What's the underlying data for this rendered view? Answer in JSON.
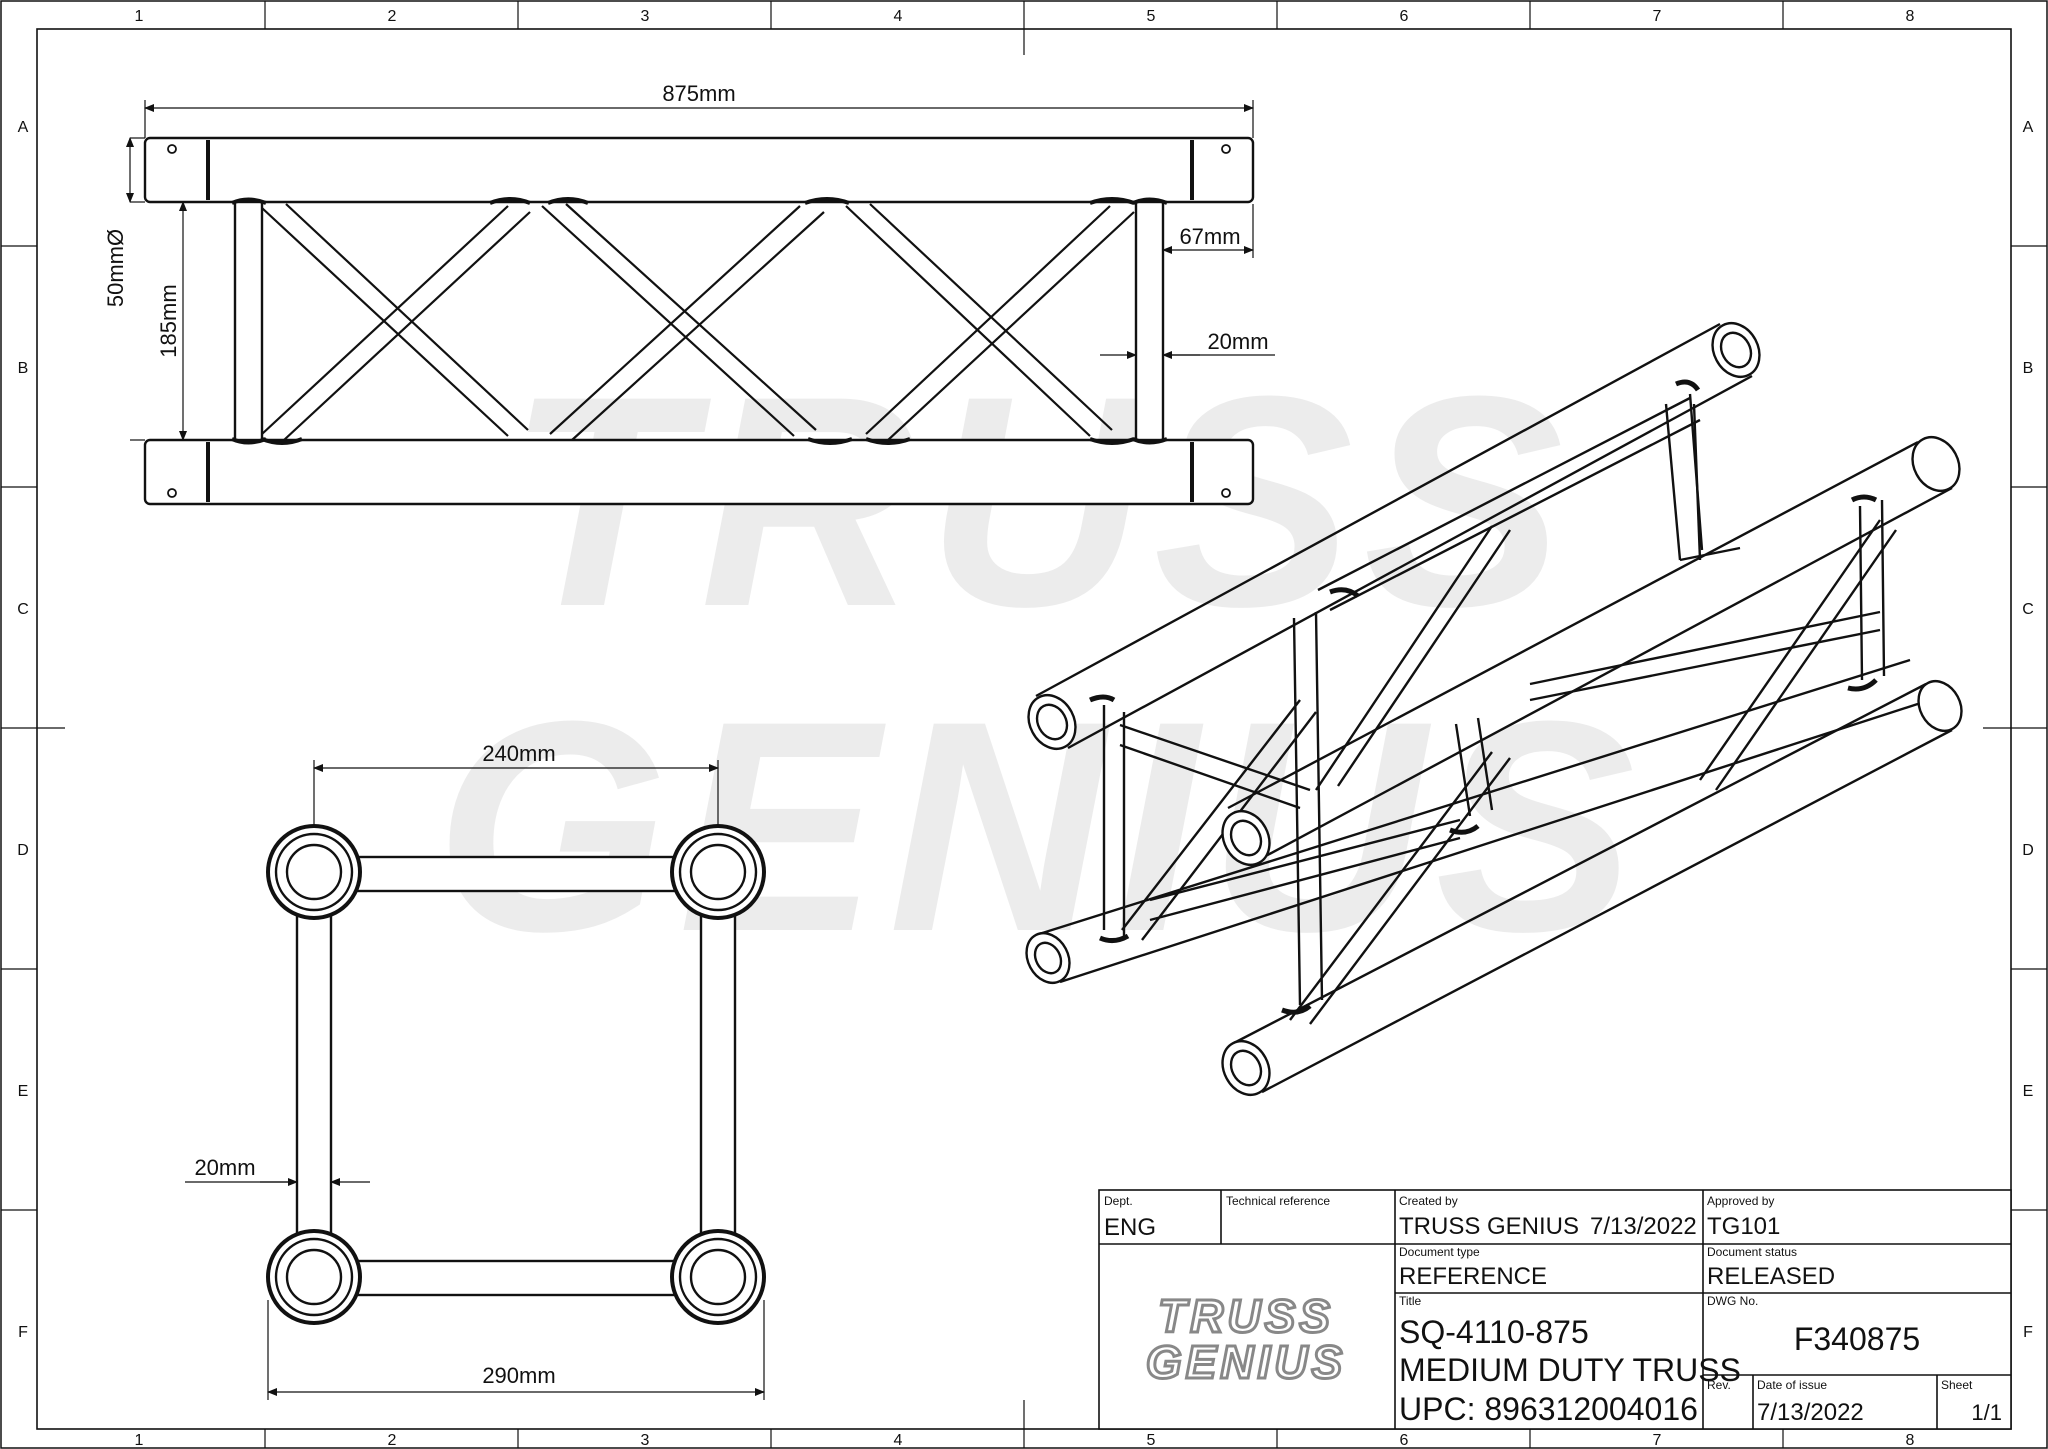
{
  "border": {
    "columns": [
      "1",
      "2",
      "3",
      "4",
      "5",
      "6",
      "7",
      "8"
    ],
    "rows": [
      "A",
      "B",
      "C",
      "D",
      "E",
      "F"
    ]
  },
  "watermark": {
    "line1": "TRUSS",
    "line2": "GENIUS"
  },
  "dimensions": {
    "overall_length": "875mm",
    "tube_diameter": "50mmØ",
    "chord_spacing": "185mm",
    "end_offset": "67mm",
    "brace_top": "20mm",
    "section_inner": "240mm",
    "section_outer": "290mm",
    "brace_section": "20mm"
  },
  "title_block": {
    "dept_label": "Dept.",
    "dept": "ENG",
    "tech_ref_label": "Technical reference",
    "created_by_label": "Created by",
    "created_by": "TRUSS GENIUS",
    "created_date": "7/13/2022",
    "approved_by_label": "Approved by",
    "approved_by": "TG101",
    "doc_type_label": "Document type",
    "doc_type": "REFERENCE",
    "doc_status_label": "Document status",
    "doc_status": "RELEASED",
    "title_label": "Title",
    "title_line1": "SQ-4110-875",
    "title_line2": "MEDIUM DUTY TRUSS",
    "title_line3": "UPC: 896312004016",
    "dwg_no_label": "DWG No.",
    "dwg_no": "F340875",
    "rev_label": "Rev.",
    "date_label": "Date of issue",
    "date": "7/13/2022",
    "sheet_label": "Sheet",
    "sheet": "1/1",
    "logo_line1": "TRUSS",
    "logo_line2": "GENIUS"
  }
}
